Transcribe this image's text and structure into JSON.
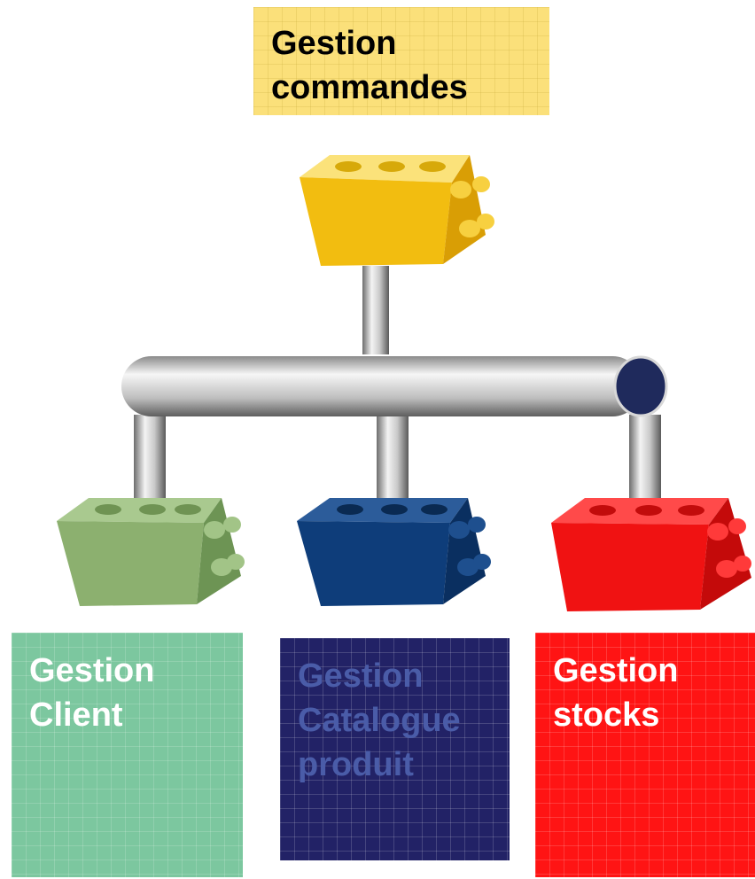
{
  "top": {
    "lines": [
      "Gestion",
      "commandes"
    ]
  },
  "modules": [
    {
      "lines": [
        "Gestion",
        "Client"
      ],
      "color": "#7cc79f"
    },
    {
      "lines": [
        "Gestion",
        "Catalogue",
        "produit"
      ],
      "color": "#222266"
    },
    {
      "lines": [
        "Gestion",
        "stocks"
      ],
      "color": "#ff1414"
    }
  ],
  "colors": {
    "brick_top": "#f5c21a",
    "brick_client": "#7fa86a",
    "brick_catalogue": "#0e3d7a",
    "brick_stocks": "#f01212",
    "bus": "#b8b8b8",
    "bus_end": "#1f2a5c"
  }
}
